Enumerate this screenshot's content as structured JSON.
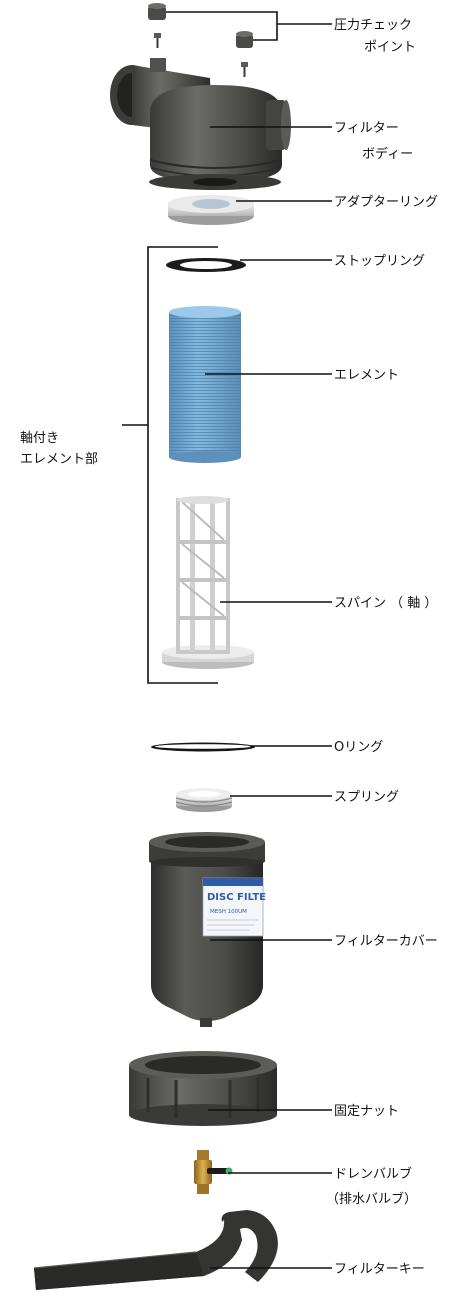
{
  "parts": {
    "pressure_check_point": [
      "圧力チェック",
      "ポイント"
    ],
    "filter_body": [
      "フィルター",
      "ボディー"
    ],
    "adapter_ring": "アダプターリング",
    "stop_ring": "ストップリング",
    "element": "エレメント",
    "spine": "スパイン （ 軸 ）",
    "o_ring": "Oリング",
    "spring": "スプリング",
    "filter_cover": "フィルターカバー",
    "fixing_nut": "固定ナット",
    "drain_valve": [
      "ドレンバルブ",
      "（排水バルブ）"
    ],
    "filter_key": "フィルターキー"
  },
  "group": {
    "label": [
      "軸付き",
      "エレメント部"
    ]
  },
  "cover_label": {
    "brand_line": "DISC FILTE",
    "sub_line": "MESH 100UM"
  },
  "colors": {
    "housing": "#4a4a48",
    "housing_dark": "#2e2e2c",
    "housing_light": "#6a6a66",
    "element": "#78aed6",
    "element_dark": "#5e93bd",
    "spine": "#d8d8d8",
    "brass": "#c89a3a",
    "label_blue": "#2f5da8",
    "line": "#111111"
  }
}
